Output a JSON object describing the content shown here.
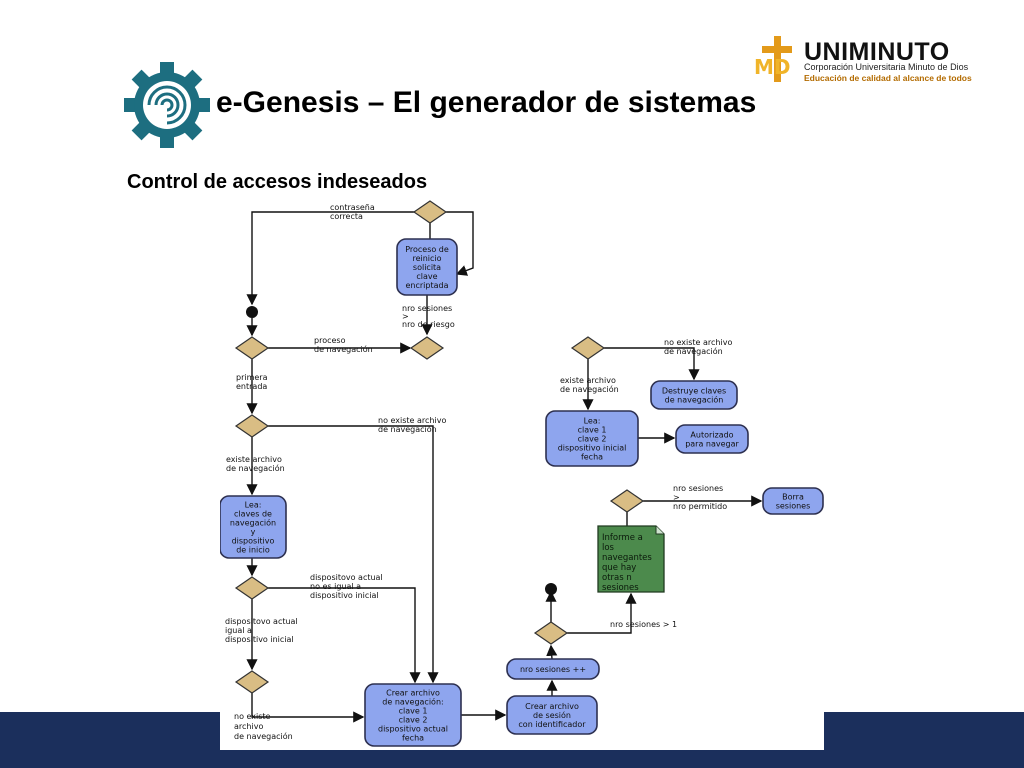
{
  "header": {
    "title": "e-Genesis – El generador de sistemas",
    "subtitle": "Control de accesos indeseados"
  },
  "logo": {
    "initials": "MD",
    "name": "UNIMINUTO",
    "line1": "Corporación Universitaria Minuto de Dios",
    "line2": "Educación de calidad al alcance de todos"
  },
  "diagram": {
    "labels": {
      "contrasena_correcta": [
        "contraseña",
        "correcta"
      ],
      "proceso_navegacion": [
        "proceso",
        "de navegación"
      ],
      "nro_sesiones_riesgo": [
        "nro sesiones",
        ">",
        "nro de riesgo"
      ],
      "primera_entrada": [
        "primera",
        "entrada"
      ],
      "no_existe_archivo_1": [
        "no existe archivo",
        "de navegación"
      ],
      "existe_archivo_1": [
        "existe archivo",
        "de navegación"
      ],
      "disp_no_igual": [
        "dispositovo actual",
        "no es igual a",
        "dispositivo inicial"
      ],
      "disp_igual": [
        "dispositovo actual",
        "igual a",
        "dispositivo inicial"
      ],
      "no_existe_archivo_2": [
        "no existe",
        "archivo",
        "de navegación"
      ],
      "no_existe_archivo_3": [
        "no existe archivo",
        "de navegación"
      ],
      "existe_archivo_2": [
        "existe archivo",
        "de navegación"
      ],
      "nro_sesiones_permitido": [
        "nro sesiones",
        ">",
        "nro permitido"
      ],
      "nro_sesiones_1": [
        "nro sesiones > 1"
      ]
    },
    "boxes": {
      "proceso_reinicio": [
        "Proceso de",
        "reinicio",
        "solicita",
        "clave",
        "encriptada"
      ],
      "lea_claves": [
        "Lea:",
        "claves de",
        "navegación",
        "y",
        "dispositivo",
        "de inicio"
      ],
      "crear_archivo": [
        "Crear archivo",
        "de navegación:",
        "clave 1",
        "clave 2",
        "dispositivo actual",
        "fecha"
      ],
      "crear_sesion": [
        "Crear archivo",
        "de sesión",
        "con identificador"
      ],
      "nro_sesiones_pp": [
        "nro sesiones ++"
      ],
      "destruye_claves": [
        "Destruye claves",
        "de navegación"
      ],
      "lea_clave": [
        "Lea:",
        "clave 1",
        "clave 2",
        "dispositivo inicial",
        "fecha"
      ],
      "autorizado": [
        "Autorizado",
        "para navegar"
      ],
      "borra_sesiones": [
        "Borra",
        "sesiones"
      ]
    },
    "note": [
      "Informe a",
      "los",
      "navegantes",
      "que hay",
      "otras n",
      "sesiones"
    ]
  },
  "colors": {
    "box_fill": "#8ea5ee",
    "box_stroke": "#2d3050",
    "diamond_fill": "#d9bd84",
    "note_fill": "#4c8a4c",
    "band": "#1b2f5c",
    "gear": "#1d6e80"
  }
}
